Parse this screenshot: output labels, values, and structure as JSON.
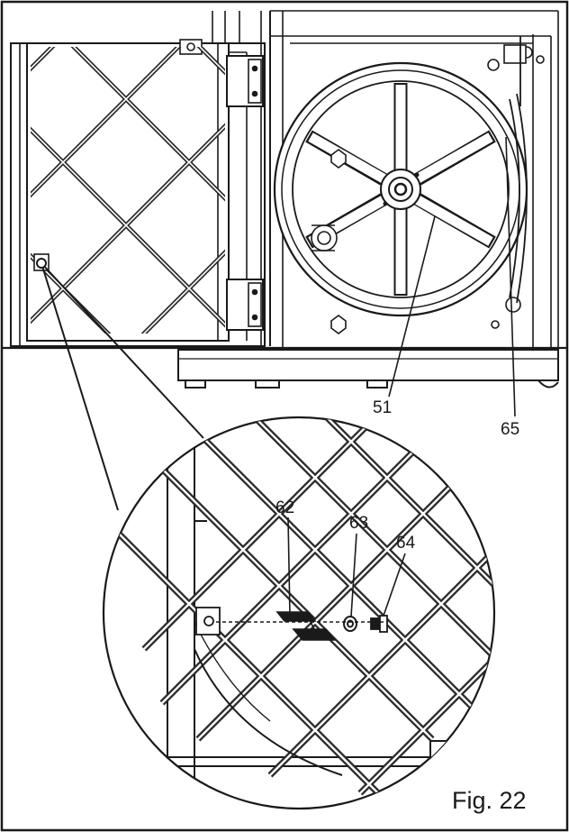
{
  "figure": {
    "caption": "Fig. 22",
    "callouts": {
      "wheel": "51",
      "blade": "65",
      "bracket": "62",
      "washer": "63",
      "screw": "64"
    }
  },
  "colors": {
    "line": "#1a1a1a",
    "mesh": "#2a2a2a",
    "background": "#ffffff",
    "shade": "#bdbdbd"
  }
}
